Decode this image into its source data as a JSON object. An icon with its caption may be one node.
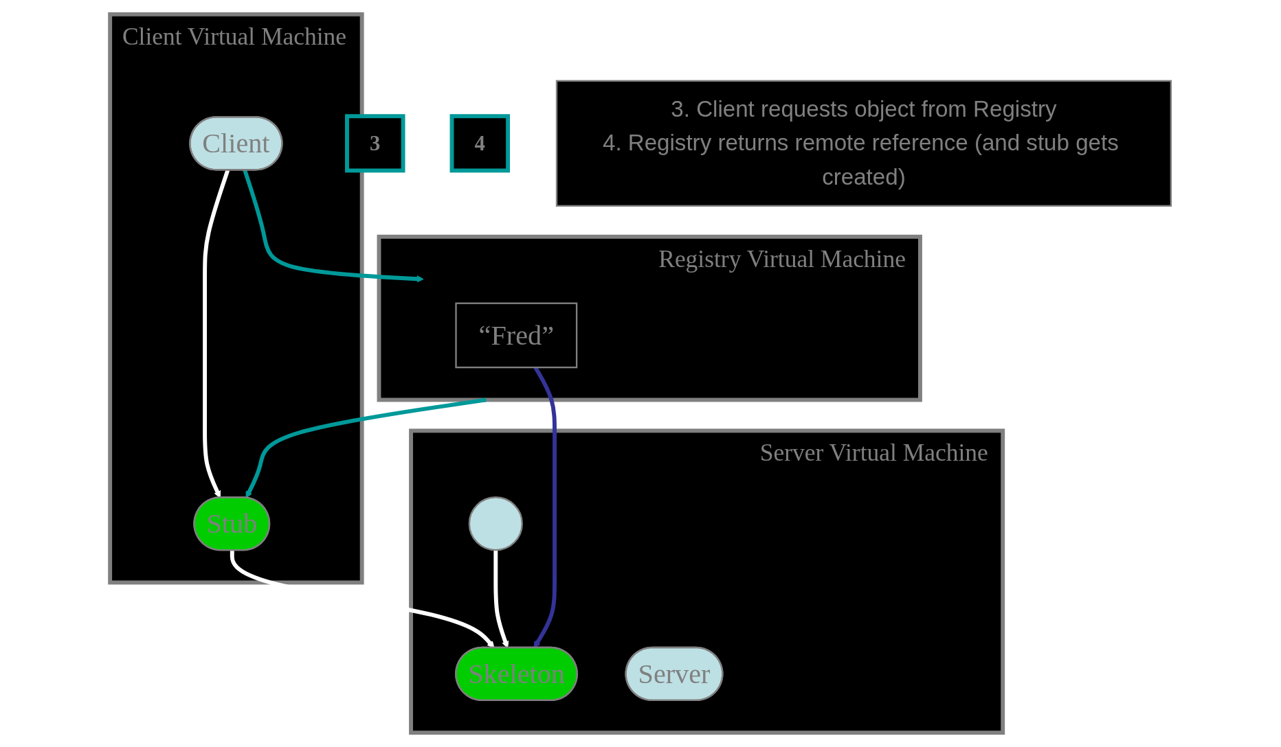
{
  "diagram": {
    "nodes": [
      {
        "text": [
          "Client Virtual Machine"
        ]
      },
      {
        "text": [
          "Client"
        ],
        "in": 0
      },
      {
        "text": [
          "Stub"
        ],
        "in": 0
      },
      {
        "text": [
          "3"
        ]
      },
      {
        "text": [
          "4"
        ]
      },
      {
        "text": [
          "Server Virtual Machine"
        ]
      },
      {
        "text": [],
        "shape": "circle",
        "in": 5
      },
      {
        "text": [
          "Skeleton"
        ],
        "in": 5
      },
      {
        "text": [
          "Server"
        ],
        "in": 5
      },
      {
        "text": [
          "3. Client requests object from Registry",
          "4. Registry returns remote reference (and stub gets created)"
        ]
      },
      {
        "text": [
          "Registry Virtual Machine"
        ]
      },
      {
        "text": [
          "“Fred”"
        ],
        "in": 10
      }
    ],
    "edges": [
      {
        "from": 1,
        "to": 2,
        "arrow": "to"
      },
      {
        "from": 2,
        "to": 7,
        "arrow": "to"
      },
      {
        "from": 6,
        "to": 7,
        "arrow": "to"
      },
      {
        "from": 1,
        "to": 10,
        "arrow": "to",
        "color": "#009999"
      },
      {
        "from": 10,
        "to": 2,
        "arrow": "to",
        "color": "#009999"
      },
      {
        "from": 11,
        "to": 7,
        "arrow": "to",
        "color": "#333399"
      }
    ]
  }
}
